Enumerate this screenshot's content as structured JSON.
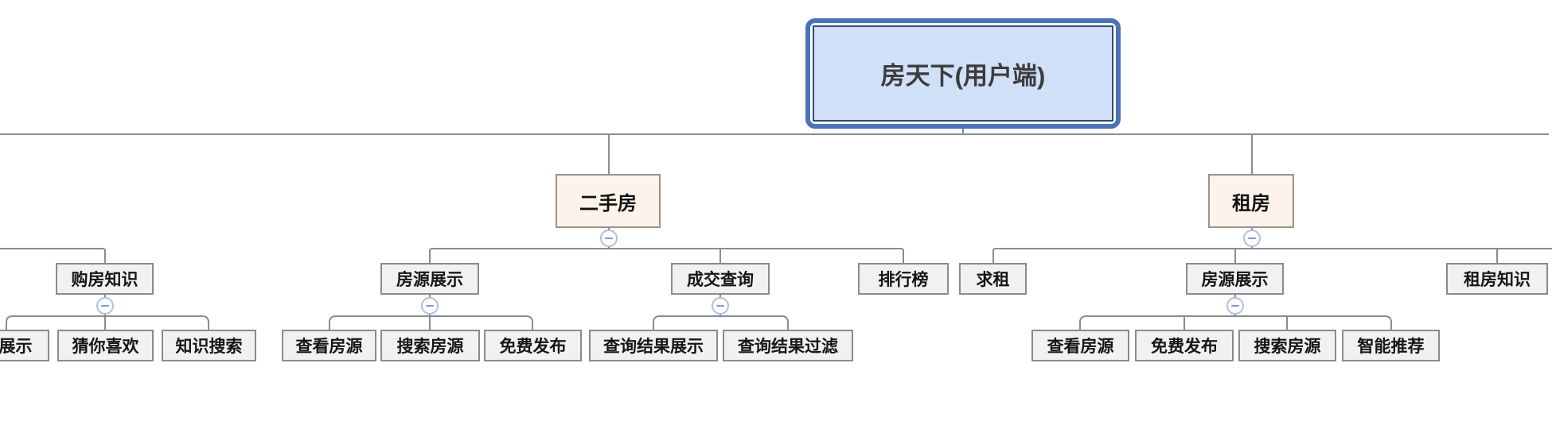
{
  "title": "房天下(用户端)",
  "colors": {
    "root_fill": "#cfe0f7",
    "root_outer_border": "#4c73b9",
    "root_inner_border": "#2e4a7d",
    "level1_fill": "#fdf3ea",
    "level1_border": "#9a938c",
    "node_fill": "#f1f1f1",
    "node_border": "#8b8b8b",
    "connector_line": "#8c8c8c",
    "collapse_ring": "#a9c2e4",
    "collapse_minus": "#7b99cc"
  },
  "tree": {
    "root": {
      "label": "房天下(用户端)"
    },
    "branches": [
      {
        "label": "购房知识",
        "children": [
          {
            "label": "展示"
          },
          {
            "label": "猜你喜欢"
          },
          {
            "label": "知识搜索"
          }
        ]
      },
      {
        "label": "二手房",
        "children": [
          {
            "label": "房源展示",
            "children": [
              {
                "label": "查看房源"
              },
              {
                "label": "搜索房源"
              },
              {
                "label": "免费发布"
              }
            ]
          },
          {
            "label": "成交查询",
            "children": [
              {
                "label": "查询结果展示"
              },
              {
                "label": "查询结果过滤"
              }
            ]
          },
          {
            "label": "排行榜",
            "children": []
          }
        ]
      },
      {
        "label": "租房",
        "children": [
          {
            "label": "求租",
            "children": []
          },
          {
            "label": "房源展示",
            "children": [
              {
                "label": "查看房源"
              },
              {
                "label": "免费发布"
              },
              {
                "label": "搜索房源"
              },
              {
                "label": "智能推荐"
              }
            ]
          },
          {
            "label": "租房知识",
            "children": []
          }
        ]
      }
    ]
  }
}
